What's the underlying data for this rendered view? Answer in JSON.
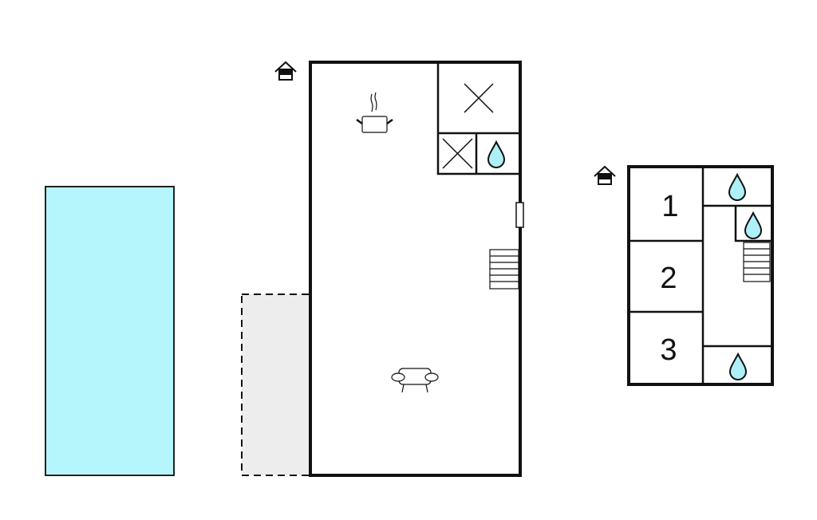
{
  "plan": {
    "colors": {
      "pool": "#b5f6fc",
      "terrace": "#ecedec",
      "water": "#aef0f7",
      "wall": "#111111"
    },
    "ground_floor": {
      "icons": [
        "house-entrance-icon",
        "cooking-pot-icon",
        "stove-icon",
        "bathroom-water-icon",
        "stairs-icon",
        "sofa-icon",
        "window-icon"
      ]
    },
    "upper_floor": {
      "bedrooms": [
        {
          "label": "1"
        },
        {
          "label": "2"
        },
        {
          "label": "3"
        }
      ],
      "icons": [
        "house-entrance-icon",
        "bathroom-water-icon",
        "stairs-icon"
      ]
    }
  }
}
